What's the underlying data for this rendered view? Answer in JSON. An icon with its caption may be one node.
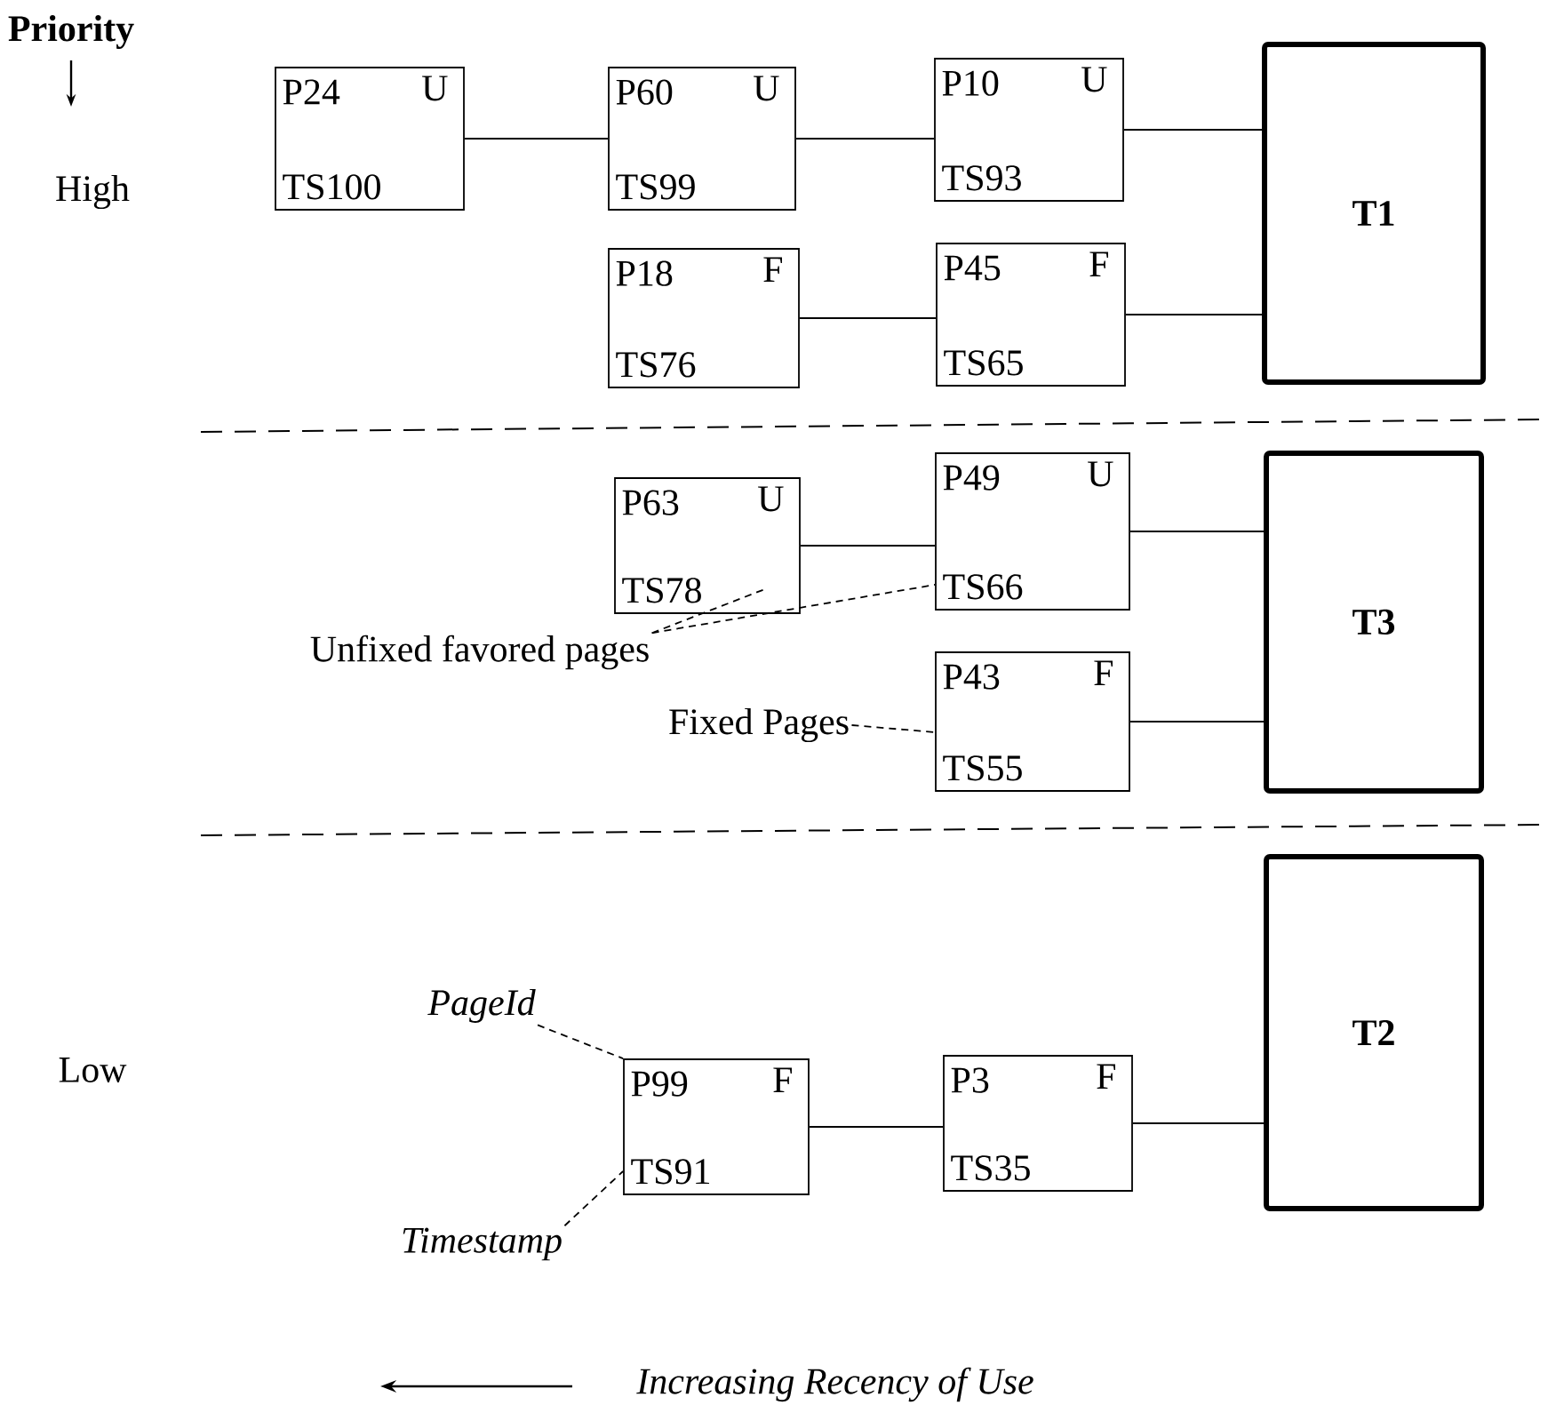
{
  "diagram": {
    "nodes": [
      {
        "text": [
          "P24",
          "U",
          "TS100"
        ]
      },
      {
        "text": [
          "P60",
          "U",
          "TS99"
        ]
      },
      {
        "text": [
          "P10",
          "U",
          "TS93"
        ]
      },
      {
        "text": [
          "T1"
        ]
      },
      {
        "text": [
          "P18",
          "F",
          "TS76"
        ]
      },
      {
        "text": [
          "P45",
          "F",
          "TS65"
        ]
      },
      {
        "text": [
          "P63",
          "U",
          "TS78"
        ]
      },
      {
        "text": [
          "P49",
          "U",
          "TS66"
        ]
      },
      {
        "text": [
          "T3"
        ]
      },
      {
        "text": [
          "Unfixed favored pages"
        ]
      },
      {
        "text": [
          "Fixed Pages"
        ]
      },
      {
        "text": [
          "P43",
          "F",
          "TS55"
        ]
      },
      {
        "text": [
          "PageId"
        ]
      },
      {
        "text": [
          "P99",
          "F",
          "TS91"
        ]
      },
      {
        "text": [
          "P3",
          "F",
          "TS35"
        ]
      },
      {
        "text": [
          "T2"
        ]
      },
      {
        "text": [
          "Timestamp"
        ]
      }
    ],
    "edges": [
      {
        "from": 0,
        "to": 1,
        "arrow": "none"
      },
      {
        "from": 1,
        "to": 2,
        "arrow": "none"
      },
      {
        "from": 2,
        "to": 3,
        "arrow": "none"
      },
      {
        "from": 4,
        "to": 5,
        "arrow": "none"
      },
      {
        "from": 5,
        "to": 3,
        "arrow": "none"
      },
      {
        "from": 6,
        "to": 7,
        "arrow": "none"
      },
      {
        "from": 7,
        "to": 8,
        "arrow": "none"
      },
      {
        "from": 11,
        "to": 8,
        "arrow": "none"
      },
      {
        "from": 9,
        "to": 6,
        "arrow": "none",
        "style": "dashed"
      },
      {
        "from": 9,
        "to": 7,
        "arrow": "none",
        "style": "dashed"
      },
      {
        "from": 10,
        "to": 11,
        "arrow": "none",
        "style": "dashed"
      },
      {
        "from": 13,
        "to": 14,
        "arrow": "none"
      },
      {
        "from": 14,
        "to": 15,
        "arrow": "none"
      },
      {
        "from": 12,
        "to": 13,
        "arrow": "none",
        "style": "dashed"
      },
      {
        "from": 16,
        "to": 13,
        "arrow": "none",
        "style": "dashed"
      }
    ],
    "labels": [
      "Priority",
      "High",
      "Low",
      "Increasing Recency of Use"
    ]
  }
}
